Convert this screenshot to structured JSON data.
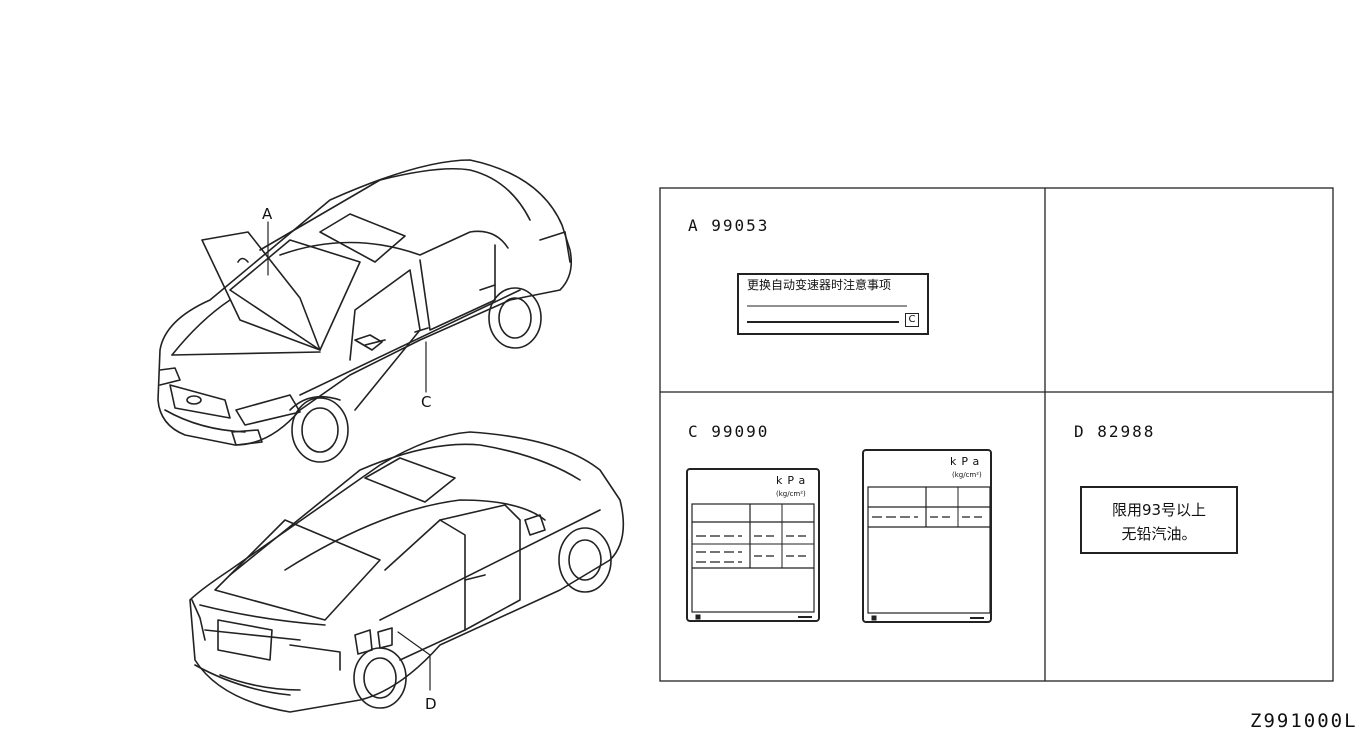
{
  "callouts": {
    "a": "A",
    "c": "C",
    "d": "D"
  },
  "panels": {
    "a": {
      "code": "A 99053",
      "label_text": "更换自动变速器时注意事项",
      "label_mark": "C"
    },
    "c": {
      "code": "C 99090",
      "unit": "kPa",
      "unit_sub": "(kg/cm²)"
    },
    "d": {
      "code": "D 82988",
      "label_line1": "限用93号以上",
      "label_line2": "无铅汽油。"
    }
  },
  "diagram_id": "Z991000L"
}
